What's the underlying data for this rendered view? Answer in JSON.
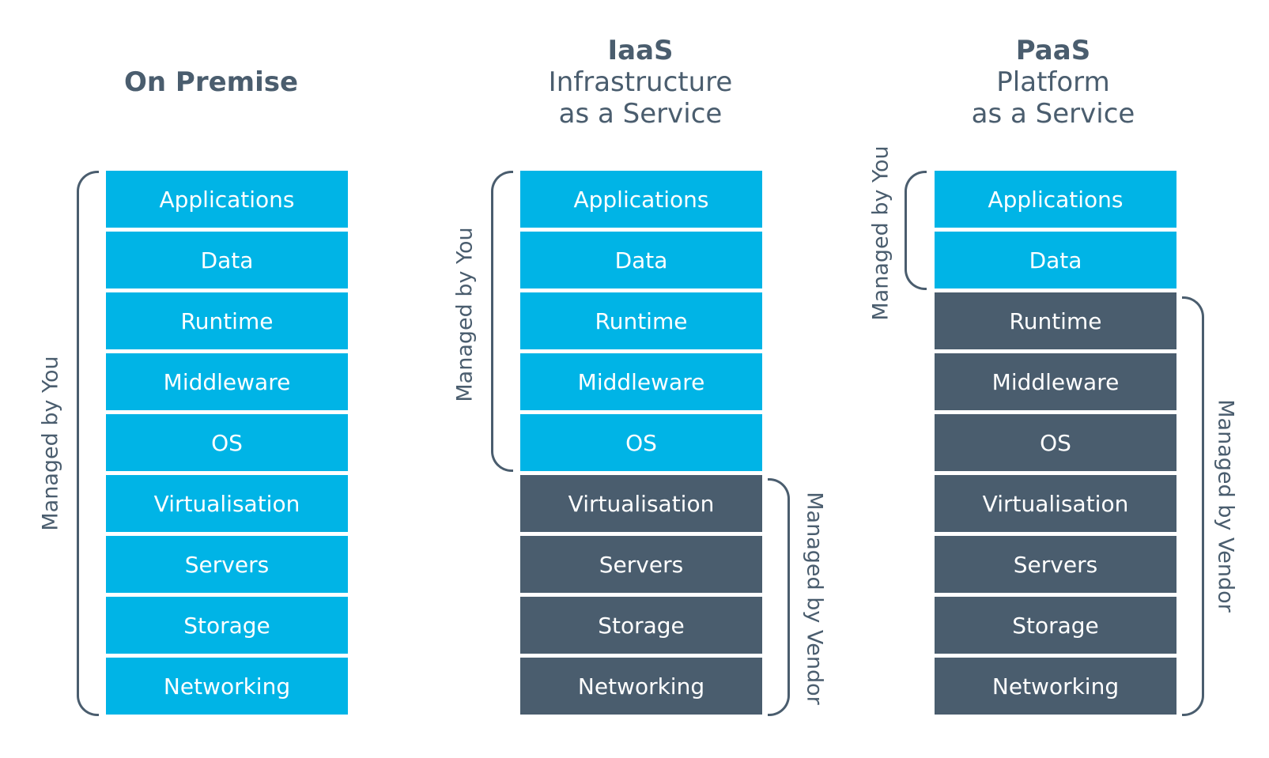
{
  "colors": {
    "managed_by_you": "#00b4e6",
    "managed_by_vendor": "#4a5d6e",
    "text_dark": "#4a5d6e"
  },
  "columns": [
    {
      "title": "On Premise",
      "subtitle_lines": [],
      "layers": [
        {
          "label": "Applications",
          "managed_by": "you"
        },
        {
          "label": "Data",
          "managed_by": "you"
        },
        {
          "label": "Runtime",
          "managed_by": "you"
        },
        {
          "label": "Middleware",
          "managed_by": "you"
        },
        {
          "label": "OS",
          "managed_by": "you"
        },
        {
          "label": "Virtualisation",
          "managed_by": "you"
        },
        {
          "label": "Servers",
          "managed_by": "you"
        },
        {
          "label": "Storage",
          "managed_by": "you"
        },
        {
          "label": "Networking",
          "managed_by": "you"
        }
      ],
      "brackets": [
        {
          "label": "Managed by You"
        }
      ]
    },
    {
      "title": "IaaS",
      "subtitle_lines": [
        "Infrastructure",
        "as a Service"
      ],
      "layers": [
        {
          "label": "Applications",
          "managed_by": "you"
        },
        {
          "label": "Data",
          "managed_by": "you"
        },
        {
          "label": "Runtime",
          "managed_by": "you"
        },
        {
          "label": "Middleware",
          "managed_by": "you"
        },
        {
          "label": "OS",
          "managed_by": "you"
        },
        {
          "label": "Virtualisation",
          "managed_by": "vendor"
        },
        {
          "label": "Servers",
          "managed_by": "vendor"
        },
        {
          "label": "Storage",
          "managed_by": "vendor"
        },
        {
          "label": "Networking",
          "managed_by": "vendor"
        }
      ],
      "brackets": [
        {
          "label": "Managed by You"
        },
        {
          "label": "Managed by Vendor"
        }
      ]
    },
    {
      "title": "PaaS",
      "subtitle_lines": [
        "Platform",
        "as a Service"
      ],
      "layers": [
        {
          "label": "Applications",
          "managed_by": "you"
        },
        {
          "label": "Data",
          "managed_by": "you"
        },
        {
          "label": "Runtime",
          "managed_by": "vendor"
        },
        {
          "label": "Middleware",
          "managed_by": "vendor"
        },
        {
          "label": "OS",
          "managed_by": "vendor"
        },
        {
          "label": "Virtualisation",
          "managed_by": "vendor"
        },
        {
          "label": "Servers",
          "managed_by": "vendor"
        },
        {
          "label": "Storage",
          "managed_by": "vendor"
        },
        {
          "label": "Networking",
          "managed_by": "vendor"
        }
      ],
      "brackets": [
        {
          "label": "Managed by You"
        },
        {
          "label": "Managed by Vendor"
        }
      ]
    }
  ]
}
